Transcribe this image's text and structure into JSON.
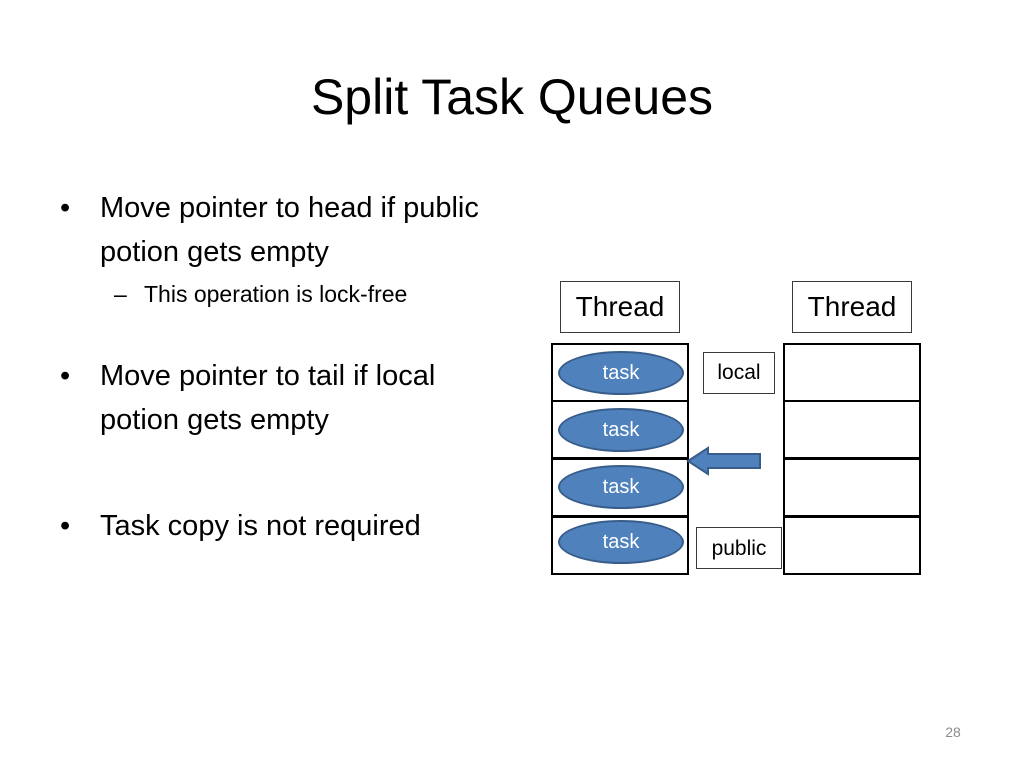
{
  "slide": {
    "title": "Split Task Queues",
    "bullets": [
      {
        "text": "Move pointer to head if public potion gets empty",
        "sub": [
          "This operation is lock-free"
        ]
      },
      {
        "text": "Move pointer to tail if local potion gets empty",
        "sub": []
      },
      {
        "text": "Task copy is not required",
        "sub": []
      }
    ],
    "page_number": "28"
  },
  "diagram": {
    "left_thread_label": "Thread",
    "right_thread_label": "Thread",
    "local_label": "local",
    "public_label": "public",
    "tasks": [
      "task",
      "task",
      "task",
      "task"
    ],
    "task_fill_color": "#4f81bd",
    "task_border_color": "#385d8a",
    "arrow_color": "#4f81bd",
    "arrow_direction": "left"
  }
}
